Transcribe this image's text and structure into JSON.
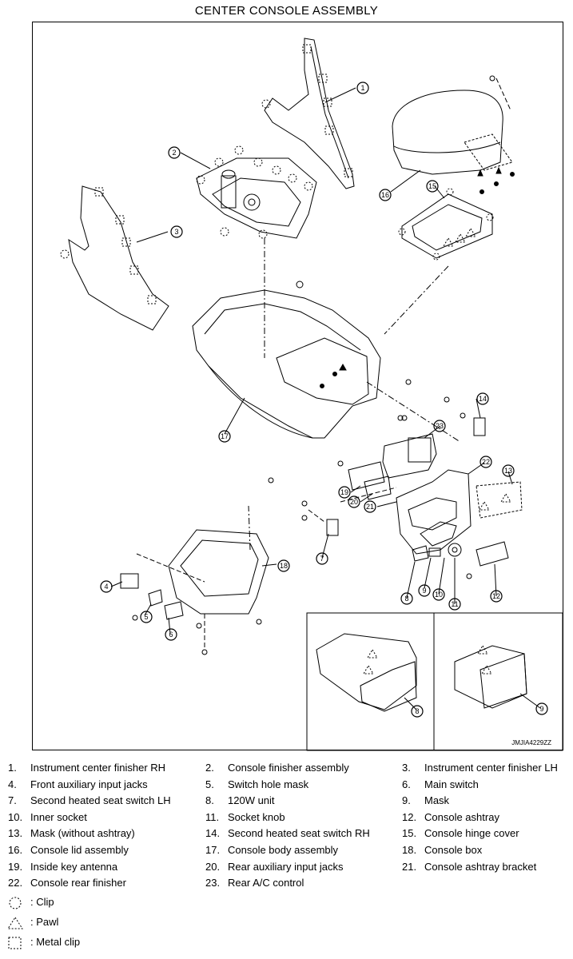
{
  "title": "CENTER CONSOLE ASSEMBLY",
  "diagram_code": "JMJIA4229ZZ",
  "callouts": [
    "1",
    "2",
    "3",
    "4",
    "5",
    "6",
    "7",
    "8",
    "9",
    "10",
    "11",
    "12",
    "13",
    "14",
    "15",
    "16",
    "17",
    "18",
    "19",
    "20",
    "21",
    "22",
    "23",
    "8",
    "9"
  ],
  "parts": [
    {
      "num": "1.",
      "name": "Instrument center finisher RH"
    },
    {
      "num": "2.",
      "name": "Console finisher assembly"
    },
    {
      "num": "3.",
      "name": "Instrument center finisher LH"
    },
    {
      "num": "4.",
      "name": "Front auxiliary input jacks"
    },
    {
      "num": "5.",
      "name": "Switch hole mask"
    },
    {
      "num": "6.",
      "name": "Main switch"
    },
    {
      "num": "7.",
      "name": "Second heated seat switch LH"
    },
    {
      "num": "8.",
      "name": "120W unit"
    },
    {
      "num": "9.",
      "name": "Mask"
    },
    {
      "num": "10.",
      "name": "Inner socket"
    },
    {
      "num": "11.",
      "name": "Socket knob"
    },
    {
      "num": "12.",
      "name": "Console ashtray"
    },
    {
      "num": "13.",
      "name": "Mask (without ashtray)"
    },
    {
      "num": "14.",
      "name": "Second heated seat switch RH"
    },
    {
      "num": "15.",
      "name": "Console hinge cover"
    },
    {
      "num": "16.",
      "name": "Console lid assembly"
    },
    {
      "num": "17.",
      "name": "Console body assembly"
    },
    {
      "num": "18.",
      "name": "Console box"
    },
    {
      "num": "19.",
      "name": "Inside key antenna"
    },
    {
      "num": "20.",
      "name": "Rear auxiliary input jacks"
    },
    {
      "num": "21.",
      "name": "Console ashtray bracket"
    },
    {
      "num": "22.",
      "name": "Console rear finisher"
    },
    {
      "num": "23.",
      "name": "Rear A/C control"
    }
  ],
  "symbols": [
    {
      "shape": "dashed-circle",
      "label": ": Clip"
    },
    {
      "shape": "dashed-triangle",
      "label": ": Pawl"
    },
    {
      "shape": "dashed-square",
      "label": ": Metal clip"
    }
  ]
}
